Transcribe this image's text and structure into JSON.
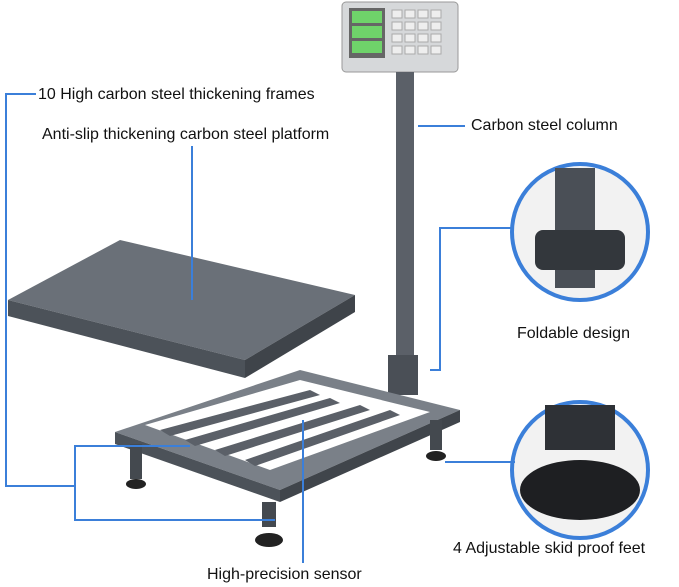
{
  "labels": {
    "frames": "10 High carbon steel thickening frames",
    "platform": "Anti-slip thickening carbon steel platform",
    "column": "Carbon steel column",
    "foldable": "Foldable design",
    "feet": "4 Adjustable skid proof feet",
    "sensor": "High-precision sensor"
  },
  "colors": {
    "callout_line": "#3b7fd9",
    "steel": "#5b6068",
    "platform": "#5f656e"
  }
}
